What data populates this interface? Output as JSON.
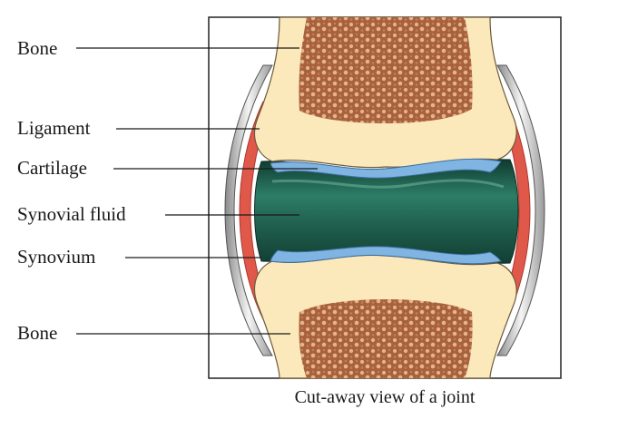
{
  "labels": {
    "bone_top": "Bone",
    "ligament": "Ligament",
    "cartilage": "Cartilage",
    "synovial_fluid": "Synovial fluid",
    "synovium": "Synovium",
    "bone_bottom": "Bone"
  },
  "caption": "Cut-away view of a joint",
  "colors": {
    "bone_outer": "#fbe8bb",
    "marrow": "#a8613d",
    "cartilage": "#7fb4e3",
    "synovial_fluid": "#1f5e4c",
    "synovium": "#e0584a",
    "ligament": "#d9d9d9",
    "leader_line": "#1a1a1a",
    "frame": "#222222"
  }
}
